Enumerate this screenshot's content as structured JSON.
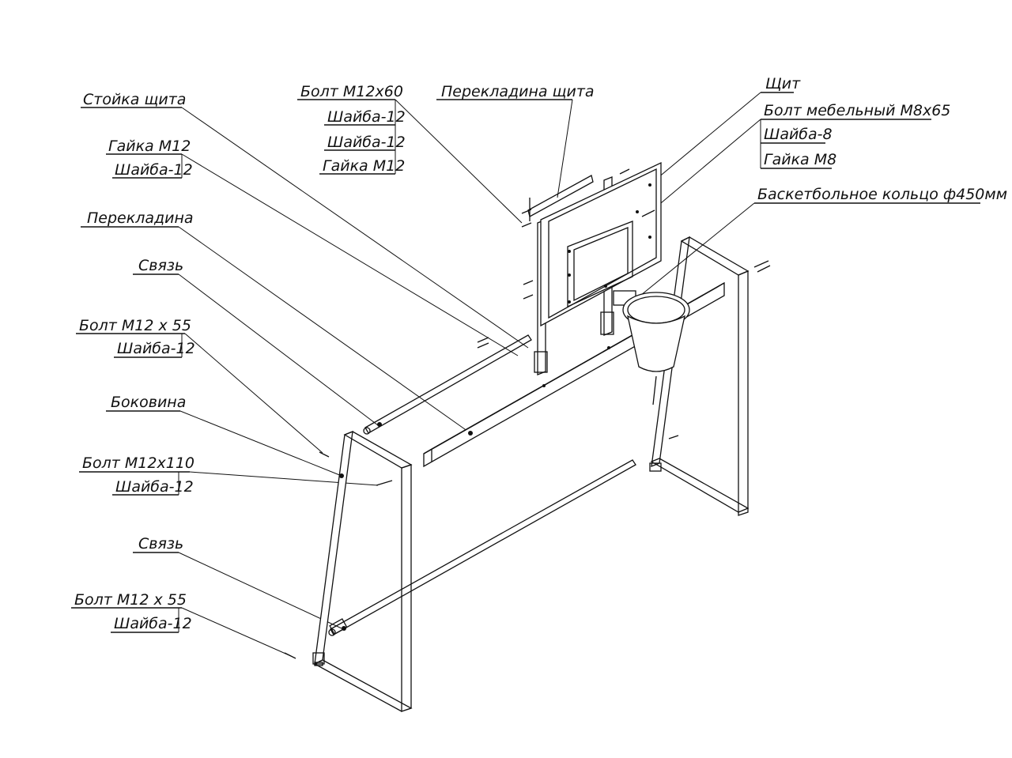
{
  "labels": {
    "stoyka_shchita": "Стойка щита",
    "gaika_m12_left": "Гайка М12",
    "shayba_12_a": "Шайба-12",
    "perekladina": "Перекладина",
    "svyaz_top": "Связь",
    "bolt_m12x55_top": "Болт М12 х 55",
    "shayba_12_b": "Шайба-12",
    "bokovina": "Боковина",
    "bolt_m12x110": "Болт М12х110",
    "shayba_12_c": "Шайба-12",
    "svyaz_bottom": "Связь",
    "bolt_m12x55_bottom": "Болт М12 х 55",
    "shayba_12_d": "Шайба-12",
    "bolt_m12x60": "Болт М12х60",
    "shayba_12_e": "Шайба-12",
    "shayba_12_f": "Шайба-12",
    "gaika_m12_center": "Гайка М12",
    "perekladina_shchita": "Перекладина щита",
    "shchit": "Щит",
    "bolt_mebelny": "Болт мебельный М8х65",
    "shayba_8": "Шайба-8",
    "gaika_m8": "Гайка М8",
    "koltso": "Баскетбольное кольцо ф450мм"
  }
}
